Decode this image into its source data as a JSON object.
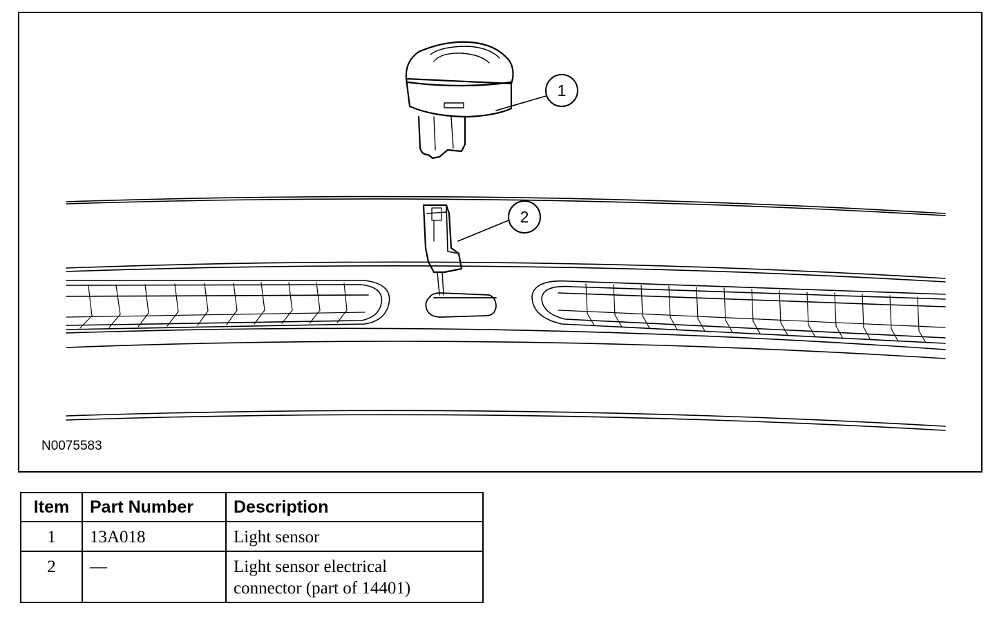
{
  "figure": {
    "id": "N0075583",
    "callouts": [
      "1",
      "2"
    ]
  },
  "table": {
    "headers": [
      "Item",
      "Part Number",
      "Description"
    ],
    "rows": [
      {
        "item": "1",
        "part": "13A018",
        "desc": [
          "Light sensor"
        ]
      },
      {
        "item": "2",
        "part": "—",
        "desc": [
          "Light sensor electrical",
          "connector (part of 14401)"
        ]
      }
    ]
  }
}
